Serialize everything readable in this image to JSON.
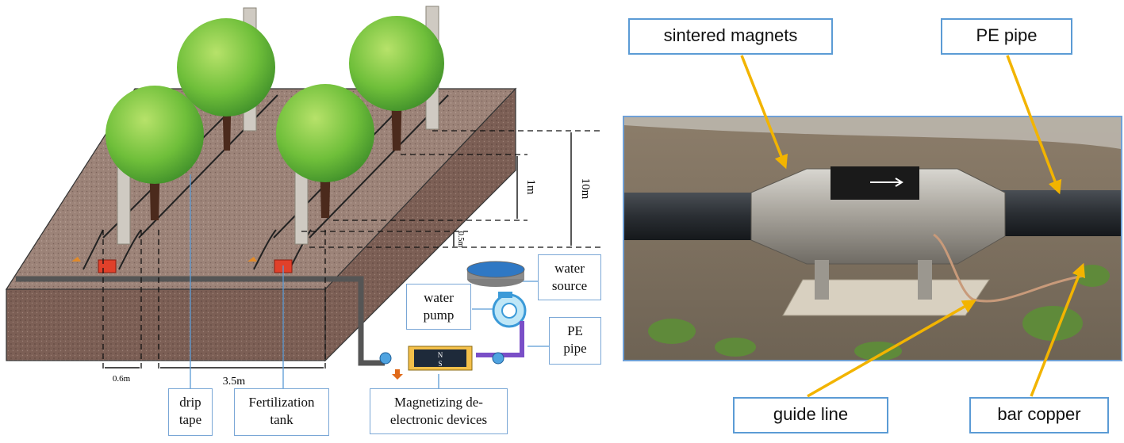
{
  "left_diagram": {
    "labels": {
      "drip_tape": [
        "drip",
        "tape"
      ],
      "fertilization_tank": [
        "Fertilization",
        "tank"
      ],
      "magnetizing": [
        "Magnetizing de-",
        "electronic devices"
      ],
      "water_source": [
        "water",
        "source"
      ],
      "water_pump": [
        "water",
        "pump"
      ],
      "pe_pipe": [
        "PE",
        "pipe"
      ]
    },
    "dimensions": {
      "row_width": "0.6m",
      "row_spacing": "3.5m",
      "plant_spacing": "1m",
      "tree_spacing": "10m",
      "offset": "0.5m"
    },
    "device_poles": [
      "N",
      "S"
    ]
  },
  "right_photo": {
    "labels": {
      "sintered_magnets": "sintered magnets",
      "pe_pipe": "PE pipe",
      "guide_line": "guide line",
      "bar_copper": "bar copper"
    }
  },
  "colors": {
    "label_border": "#7aa7d6",
    "arrow": "#f2b400",
    "soil": "#8a6f63",
    "pipe_purple": "#7a4fc7"
  }
}
